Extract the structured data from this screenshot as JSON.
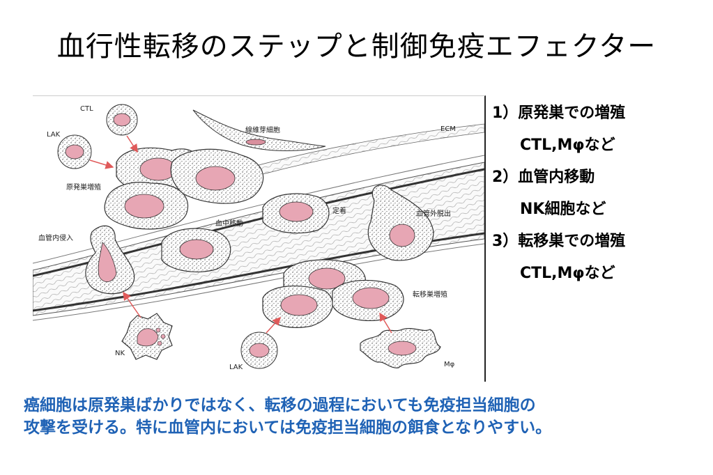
{
  "title": "血行性転移のステップと制御免疫エフェクター",
  "figure_labels": {
    "ctl": "CTL",
    "lak_top": "LAK",
    "fibroblast": "線維芽細胞",
    "ecm": "ECM",
    "primary_growth": "原発巣増殖",
    "intravasation": "血管内侵入",
    "intravascular": "血中移動",
    "arrest": "定着",
    "extravasation": "血管外脱出",
    "metastatic_growth": "転移巣増殖",
    "nk": "NK",
    "lak_bottom": "LAK",
    "macrophage": "Mφ"
  },
  "steps": [
    {
      "heading": "1）原発巣での増殖",
      "effectors": "CTL,Mφなど"
    },
    {
      "heading": "2）血管内移動",
      "effectors": "NK細胞など"
    },
    {
      "heading": "3）転移巣での増殖",
      "effectors": "CTL,Mφなど"
    }
  ],
  "caption": {
    "line1": "癌細胞は原発巣ばかりではなく、転移の過程においても免疫担当細胞の",
    "line2": "攻撃を受ける。特に血管内においては免疫担当細胞の餌食となりやすい。"
  },
  "colors": {
    "caption": "#1f62b5",
    "nucleus": "#e7a6b4",
    "arrow": "#e05a5a"
  }
}
